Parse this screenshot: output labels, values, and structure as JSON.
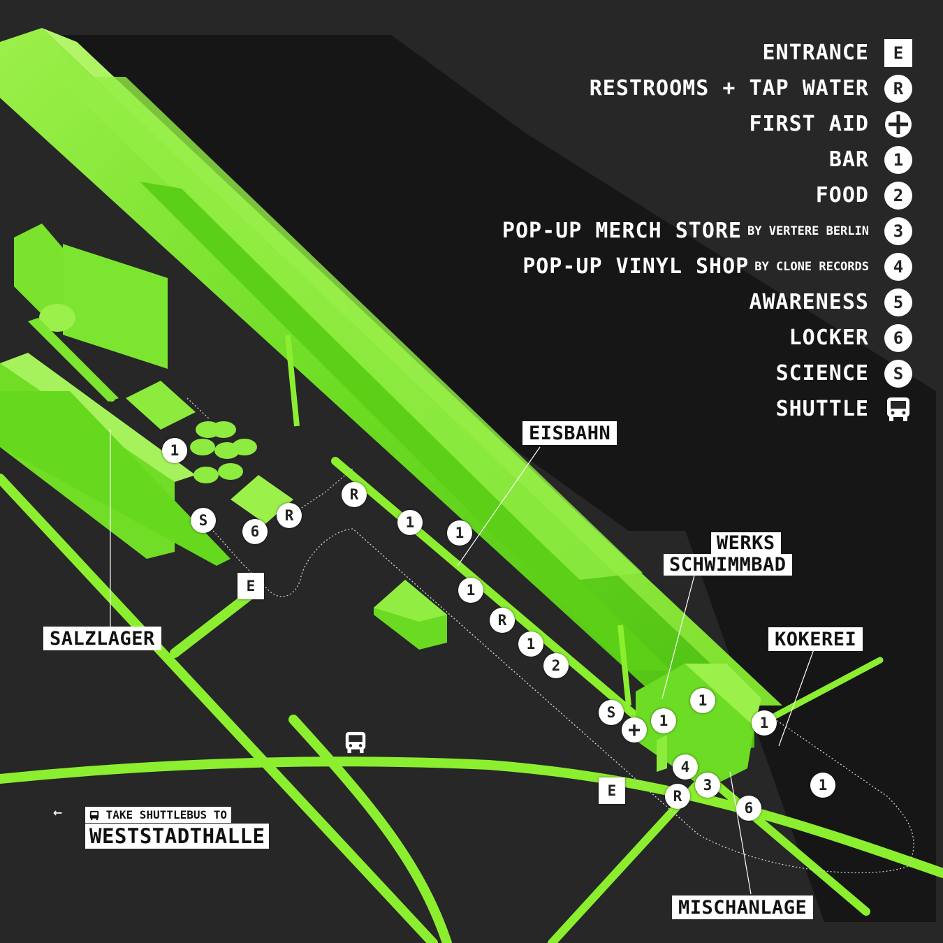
{
  "legend": [
    {
      "label": "ENTRANCE",
      "by": "",
      "symbol": "E",
      "shape": "square"
    },
    {
      "label": "RESTROOMS + TAP WATER",
      "by": "",
      "symbol": "R",
      "shape": "circle"
    },
    {
      "label": "FIRST AID",
      "by": "",
      "symbol": "+",
      "shape": "plus"
    },
    {
      "label": "BAR",
      "by": "",
      "symbol": "1",
      "shape": "circle"
    },
    {
      "label": "FOOD",
      "by": "",
      "symbol": "2",
      "shape": "circle"
    },
    {
      "label": "POP-UP MERCH STORE",
      "by": "BY VERTERE BERLIN",
      "symbol": "3",
      "shape": "circle"
    },
    {
      "label": "POP-UP VINYL SHOP",
      "by": "BY CLONE RECORDS",
      "symbol": "4",
      "shape": "circle"
    },
    {
      "label": "AWARENESS",
      "by": "",
      "symbol": "5",
      "shape": "circle"
    },
    {
      "label": "LOCKER",
      "by": "",
      "symbol": "6",
      "shape": "circle"
    },
    {
      "label": "SCIENCE",
      "by": "",
      "symbol": "S",
      "shape": "circle"
    },
    {
      "label": "SHUTTLE",
      "by": "",
      "symbol": "bus-icon",
      "shape": "bus"
    }
  ],
  "areas": {
    "eisbahn": "EISBAHN",
    "werks_line1": "WERKS",
    "werks_line2": "SCHWIMMBAD",
    "kokerei": "KOKEREI",
    "salzlager": "SALZLAGER",
    "mischanlage": "MISCHANLAGE"
  },
  "markers": [
    "1",
    "S",
    "6",
    "R",
    "R",
    "1",
    "1",
    "E",
    "1",
    "R",
    "1",
    "2",
    "S",
    "+",
    "1",
    "1",
    "1",
    "4",
    "3",
    "R",
    "E",
    "6",
    "1"
  ],
  "shuttle": {
    "arrow": "←",
    "line1": "TAKE SHUTTLEBUS TO",
    "line2": "WESTSTADTHALLE"
  },
  "colors": {
    "background": "#272727",
    "building_green": "#7CE62E",
    "road_green": "#8BEF2F",
    "marker": "#FFFFFF"
  }
}
